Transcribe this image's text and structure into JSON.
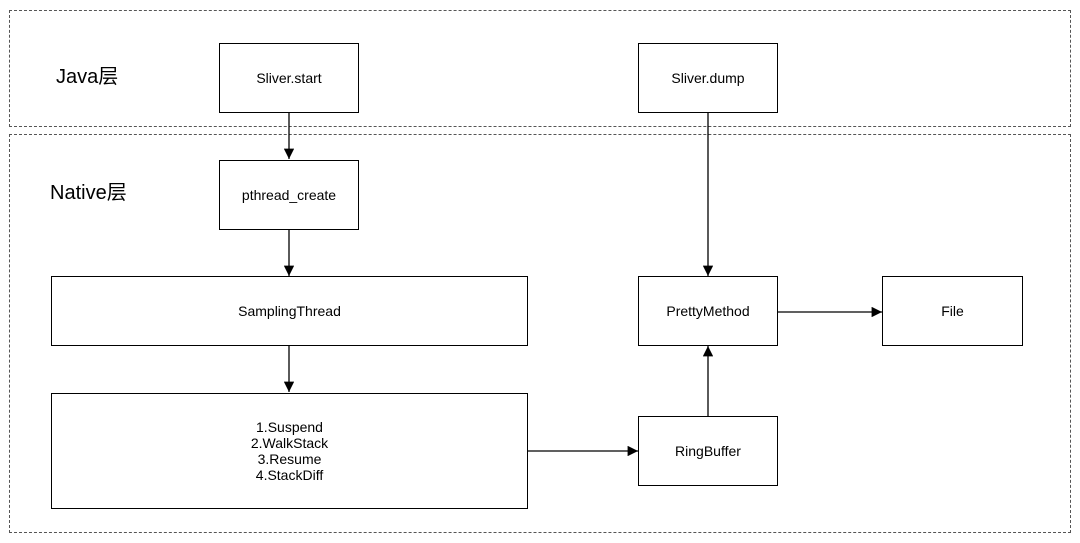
{
  "layers": {
    "java": {
      "label": "Java层"
    },
    "native": {
      "label": "Native层"
    }
  },
  "nodes": {
    "sliver_start": "Sliver.start",
    "sliver_dump": "Sliver.dump",
    "pthread_create": "pthread_create",
    "sampling_thread": "SamplingThread",
    "sampling_steps": [
      "1.Suspend",
      "2.WalkStack",
      "3.Resume",
      "4.StackDiff"
    ],
    "ring_buffer": "RingBuffer",
    "pretty_method": "PrettyMethod",
    "file": "File"
  },
  "edges": [
    {
      "from": "Sliver.start",
      "to": "pthread_create"
    },
    {
      "from": "pthread_create",
      "to": "SamplingThread"
    },
    {
      "from": "SamplingThread",
      "to": "1.Suspend 2.WalkStack 3.Resume 4.StackDiff"
    },
    {
      "from": "1.Suspend 2.WalkStack 3.Resume 4.StackDiff",
      "to": "RingBuffer"
    },
    {
      "from": "RingBuffer",
      "to": "PrettyMethod"
    },
    {
      "from": "Sliver.dump",
      "to": "PrettyMethod"
    },
    {
      "from": "PrettyMethod",
      "to": "File"
    }
  ]
}
